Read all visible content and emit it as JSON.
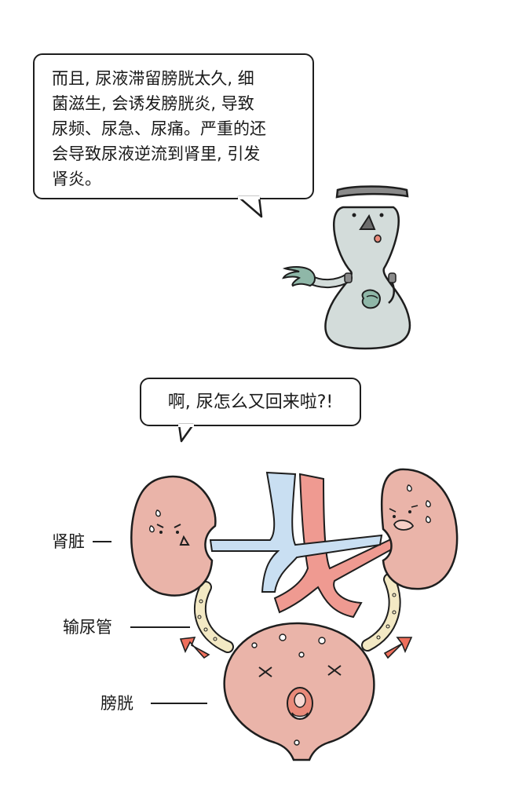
{
  "speech_top": {
    "lines": [
      "而且, 尿液滞留膀胱太久, 细",
      "菌滋生, 会诱发膀胱炎, 导致",
      "尿频、尿急、尿痛。严重的还",
      "会导致尿液逆流到肾里, 引发",
      "肾炎。"
    ]
  },
  "speech_bottom": {
    "text": "啊, 尿怎么又回来啦?!"
  },
  "labels": {
    "kidney": "肾脏",
    "ureter": "输尿管",
    "bladder": "膀胱"
  },
  "colors": {
    "organ_pink": "#eab4a9",
    "vein_blue": "#c9dff2",
    "artery_red": "#ef9a91",
    "ureter_beige": "#f3e9c4",
    "arrow_red": "#ee6f5c",
    "mascot_gray": "#d3dcda",
    "hand_green": "#8fb7a8"
  }
}
